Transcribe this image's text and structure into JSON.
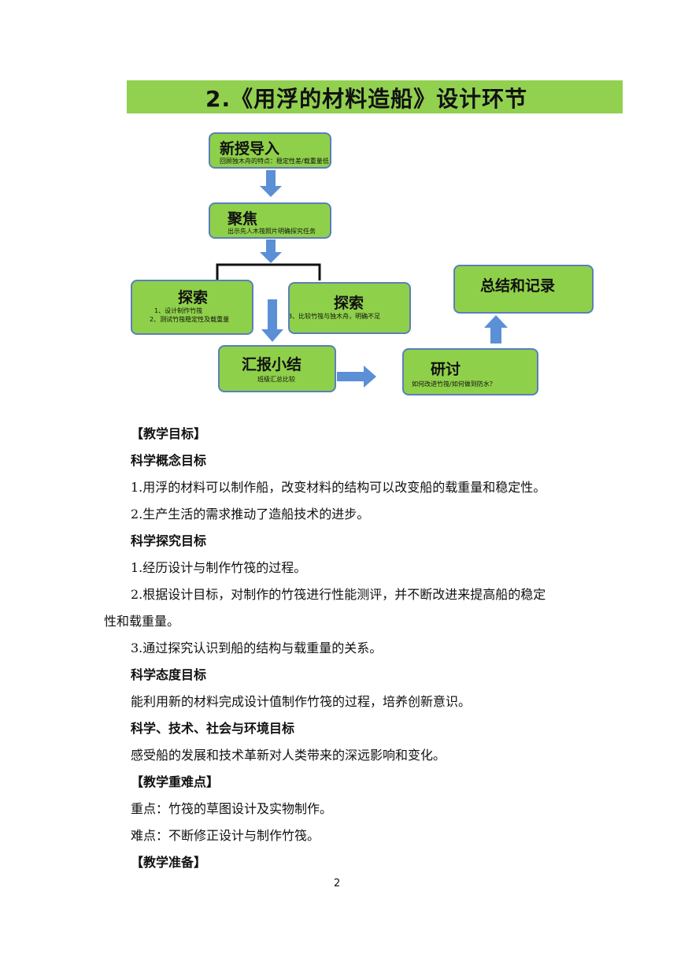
{
  "section_title": "2.《用浮的材料造船》设计环节",
  "flowchart": {
    "node1": {
      "title": "新授导入",
      "sub": "回顾独木舟的特点：稳定性差/载重量低"
    },
    "node2": {
      "title": "聚焦",
      "sub": "出示先人木筏照片明确探究任务"
    },
    "node3": {
      "title": "探索",
      "sub1": "1、设计制作竹筏",
      "sub2": "2、测试竹筏稳定性及载重量"
    },
    "node4": {
      "title": "探索",
      "sub": "3、比较竹筏与独木舟，明确不足"
    },
    "node5": {
      "title": "汇报小结",
      "sub": "班级汇总比较"
    },
    "node6": {
      "title": "研讨",
      "sub": "如何改进竹筏/如何做到防水？"
    },
    "node7": {
      "title": "总结和记录"
    }
  },
  "content": {
    "goals_heading": "【教学目标】",
    "concept_heading": "科学概念目标",
    "concept_1": "1.用浮的材料可以制作船，改变材料的结构可以改变船的载重量和稳定性。",
    "concept_2": "2.生产生活的需求推动了造船技术的进步。",
    "inquiry_heading": "科学探究目标",
    "inquiry_1": "1.经历设计与制作竹筏的过程。",
    "inquiry_2a": "2.根据设计目标，对制作的竹筏进行性能测评，并不断改进来提高船的稳定",
    "inquiry_2b": "性和载重量。",
    "inquiry_3": "3.通过探究认识到船的结构与载重量的关系。",
    "attitude_heading": "科学态度目标",
    "attitude_1": "能利用新的材料完成设计值制作竹筏的过程，培养创新意识。",
    "sts_heading": "科学、技术、社会与环境目标",
    "sts_1": "感受船的发展和技术革新对人类带来的深远影响和变化。",
    "keypoints_heading": "【教学重难点】",
    "key_point": "重点：竹筏的草图设计及实物制作。",
    "difficult_point": "难点：不断修正设计与制作竹筏。",
    "prep_heading": "【教学准备】"
  },
  "page_number": "2",
  "colors": {
    "banner": "#92d050",
    "node_fill": "#8fd04a",
    "node_border": "#5b7fb8",
    "arrow": "#5b8fd6"
  }
}
